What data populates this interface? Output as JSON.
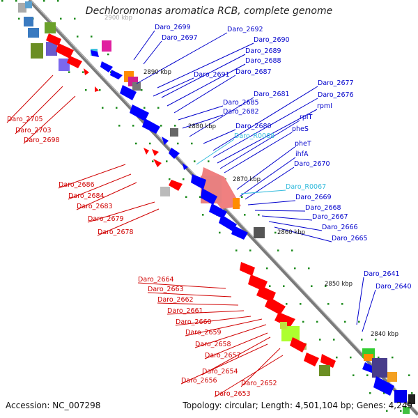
{
  "title": "Dechloromonas aromatica RCB, complete genome",
  "accession_text": "Accession: NC_007298",
  "topology_text": "Topology: circular; Length: 4,501,104 bp; Genes: 4,249",
  "colors": {
    "forward_label": "#0000cc",
    "reverse_label": "#d00000",
    "rna_label": "#33bbdd",
    "forward_gene": "#0000ff",
    "reverse_gene": "#ff0000",
    "axis": "#808080",
    "tick": "#1a8a1a"
  },
  "kbp_labels": [
    "2890 kbp",
    "2880 kbp",
    "2870 kbp",
    "2860 kbp",
    "2850 kbp",
    "2840 kbp",
    "2900 kbp"
  ],
  "forward_labels": [
    "Daro_2699",
    "Daro_2697",
    "Daro_2692",
    "Daro_2690",
    "Daro_2689",
    "Daro_2688",
    "Daro_2691",
    "Daro_2687",
    "Daro_2685",
    "Daro_2682",
    "Daro_2681",
    "Daro_2677",
    "Daro_2676",
    "rpmI",
    "rplT",
    "Daro_2680",
    "pheS",
    "pheT",
    "ihfA",
    "Daro_2670",
    "Daro_2669",
    "Daro_2668",
    "Daro_2667",
    "Daro_2666",
    "Daro_2665",
    "Daro_2641",
    "Daro_2640"
  ],
  "rna_labels": [
    "Daro_R0068",
    "Daro_R0067"
  ],
  "reverse_labels": [
    "Daro_2705",
    "Daro_2703",
    "Daro_2698",
    "Daro_2686",
    "Daro_2684",
    "Daro_2683",
    "Daro_2679",
    "Daro_2678",
    "Daro_2664",
    "Daro_2663",
    "Daro_2662",
    "Daro_2661",
    "Daro_2660",
    "Daro_2659",
    "Daro_2658",
    "Daro_2657",
    "Daro_2654",
    "Daro_2656",
    "Daro_2652",
    "Daro_2653"
  ]
}
